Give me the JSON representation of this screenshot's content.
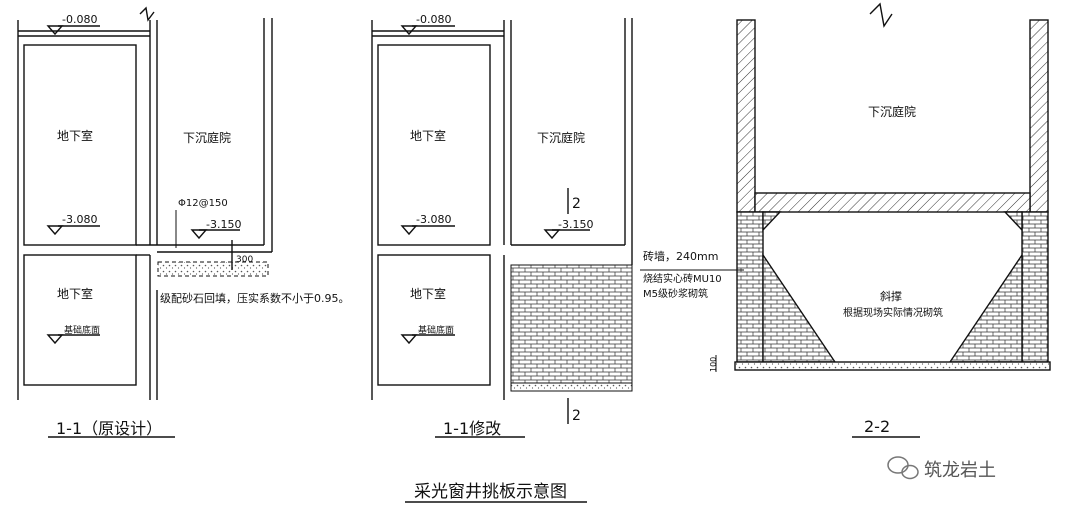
{
  "drawing_title": "采光窗井挑板示意图",
  "watermark": "筑龙岩土",
  "section_a": {
    "caption": "1-1（原设计）",
    "elev_top": "-0.080",
    "elev_mid": "-3.080",
    "elev_court": "-3.150",
    "room_upper": "地下室",
    "room_lower": "地下室",
    "court": "下沉庭院",
    "rebar": "Φ12@150",
    "slab_dim": "300",
    "foundation": "基础底面",
    "backfill_note": "级配砂石回填，压实系数不小于0.95。"
  },
  "section_b": {
    "caption": "1-1修改",
    "elev_top": "-0.080",
    "elev_mid": "-3.080",
    "elev_court": "-3.150",
    "room_upper": "地下室",
    "room_lower": "地下室",
    "court": "下沉庭院",
    "foundation": "基础底面",
    "cut_mark_top": "2",
    "cut_mark_bottom": "2"
  },
  "section_c": {
    "caption": "2-2",
    "court": "下沉庭院",
    "wall_note_1": "砖墙，240mm",
    "wall_note_2": "烧结实心砖MU10",
    "wall_note_3": "M5级砂浆砌筑",
    "slope_label": "斜撑",
    "slope_note": "根据现场实际情况砌筑",
    "dim": "100"
  }
}
